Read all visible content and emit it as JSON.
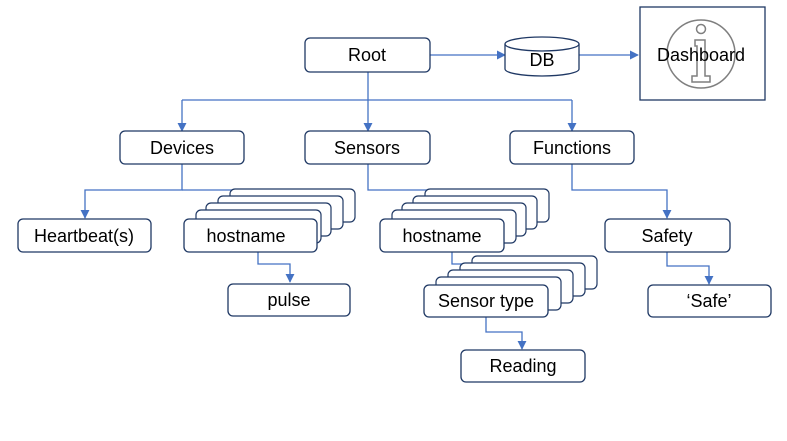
{
  "nodes": {
    "root": "Root",
    "db": "DB",
    "dashboard": "Dashboard",
    "devices": "Devices",
    "sensors": "Sensors",
    "functions": "Functions",
    "heartbeat": "Heartbeat(s)",
    "devices_hostname": "hostname",
    "pulse": "pulse",
    "sensors_hostname": "hostname",
    "sensor_type": "Sensor type",
    "reading": "Reading",
    "safety": "Safety",
    "safe": "‘Safe’"
  },
  "icons": {
    "dashboard": "info-icon"
  },
  "colors": {
    "box_stroke": "#1f3864",
    "connector": "#4472c4",
    "icon_stroke": "#7f7f7f"
  }
}
